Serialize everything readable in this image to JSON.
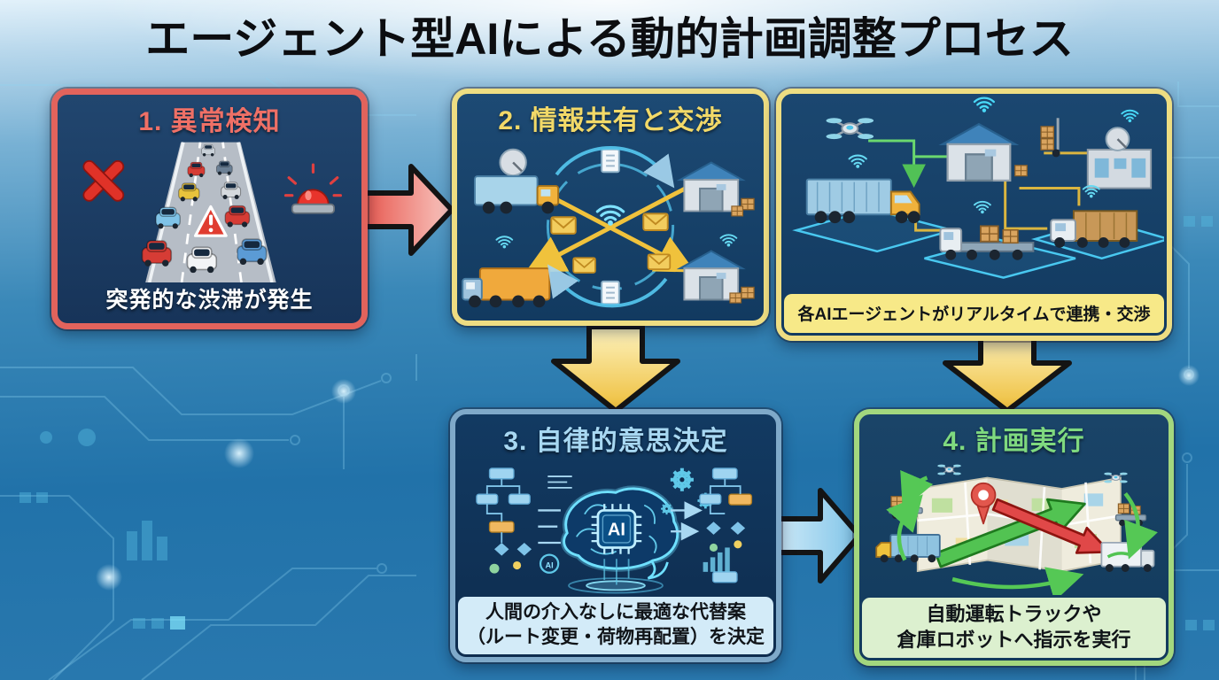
{
  "title": "エージェント型AIによる動的計画調整プロセス",
  "steps": {
    "step1": {
      "heading": "1. 異常検知",
      "caption": "突発的な渋滞が発生",
      "accent": "#e2635c"
    },
    "step2": {
      "heading": "2. 情報共有と交渉",
      "accent": "#f2d968"
    },
    "agents_panel": {
      "caption": "各AIエージェントがリアルタイムで連携・交渉",
      "accent": "#f2d968"
    },
    "step3": {
      "heading": "3. 自律的意思決定",
      "caption_line1": "人間の介入なしに最適な代替案",
      "caption_line2": "（ルート変更・荷物再配置）を決定",
      "accent": "#7fa9c9"
    },
    "step4": {
      "heading": "4. 計画実行",
      "caption_line1": "自動運転トラックや",
      "caption_line2": "倉庫ロボットへ指示を実行",
      "accent": "#a3d77e"
    }
  },
  "labels": {
    "ai_chip": "AI"
  },
  "colors": {
    "background_top": "#e2f1fa",
    "background_bottom": "#2a79af",
    "panel_interior": "#123a60",
    "arrow_red": "#ef7066",
    "arrow_yellow": "#f2d968",
    "arrow_blue": "#a8d8f2"
  }
}
